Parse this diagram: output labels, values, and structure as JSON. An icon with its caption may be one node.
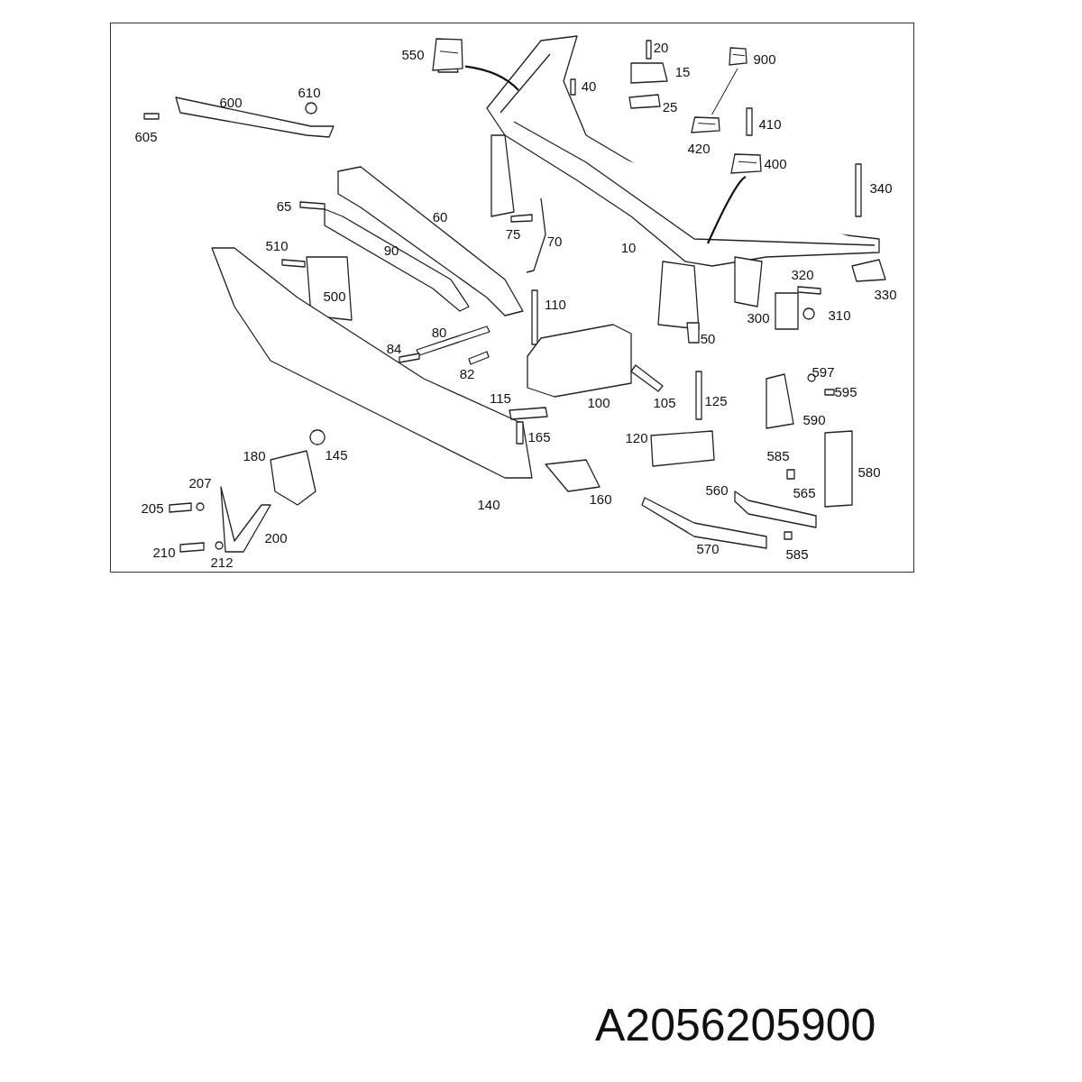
{
  "diagram": {
    "nodes": [
      {
        "text": [],
        "shape": "picture",
        "beside": [
          "550"
        ]
      },
      {
        "text": [],
        "shape": "picture",
        "beside": [
          "900"
        ]
      },
      {
        "text": [],
        "shape": "picture"
      },
      {
        "text": [],
        "shape": "picture",
        "beside": [
          "400"
        ]
      }
    ],
    "edges": [
      {
        "from": 0,
        "to": null,
        "arrow": "none"
      },
      {
        "from": 1,
        "to": 2,
        "arrow": "none"
      },
      {
        "from": 3,
        "to": null,
        "arrow": "none"
      }
    ],
    "labels": [
      "20",
      "15",
      "610",
      "40",
      "600",
      "25",
      "410",
      "605",
      "420",
      "340",
      "65",
      "60",
      "75",
      "70",
      "510",
      "90",
      "10",
      "320",
      "500",
      "330",
      "110",
      "300",
      "310",
      "80",
      "50",
      "84",
      "82",
      "597",
      "595",
      "115",
      "100",
      "105",
      "125",
      "590",
      "165",
      "120",
      "180",
      "145",
      "585",
      "580",
      "560",
      "565",
      "207",
      "140",
      "160",
      "205",
      "200",
      "210",
      "570",
      "212",
      "585",
      "A2056205900"
    ]
  }
}
